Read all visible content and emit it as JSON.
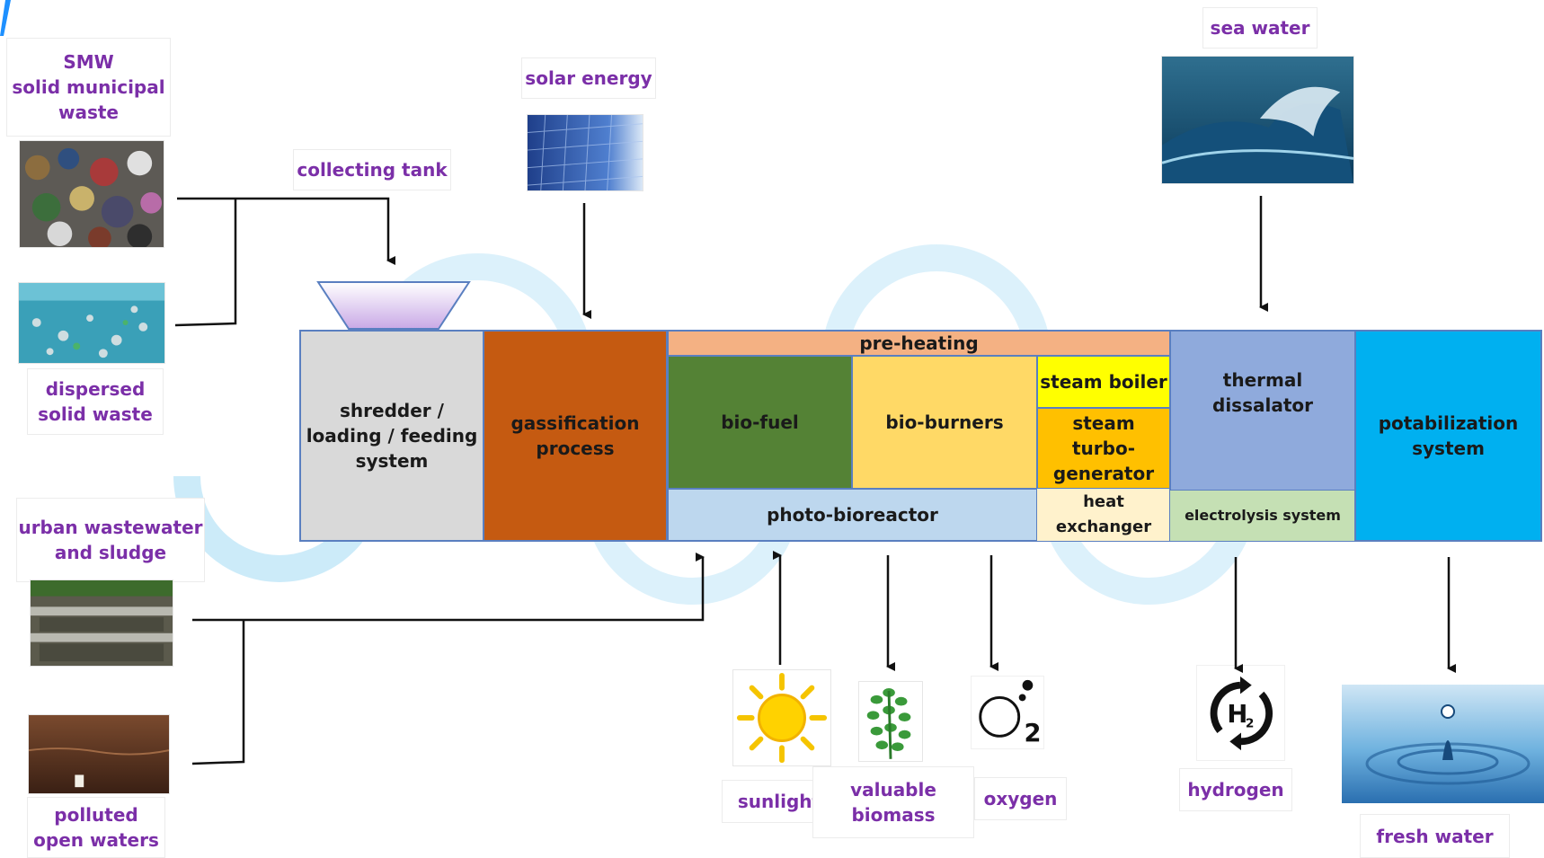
{
  "labels": {
    "smw": [
      "SMW",
      "solid municipal",
      "waste"
    ],
    "dispersed": [
      "dispersed",
      "solid waste"
    ],
    "urban": [
      "urban wastewater",
      "and sludge"
    ],
    "polluted": [
      "polluted",
      "open waters"
    ],
    "collecting_tank": "collecting tank",
    "solar_energy": "solar energy",
    "sea_water": "sea water",
    "sunlight": "sunlight",
    "biomass": [
      "valuable",
      "biomass"
    ],
    "oxygen": "oxygen",
    "hydrogen": "hydrogen",
    "fresh_water": "fresh water"
  },
  "blocks": {
    "shredder": [
      "shredder /",
      "loading / feeding",
      "system"
    ],
    "gassification": [
      "gassification",
      "process"
    ],
    "pre_heating": "pre-heating",
    "bio_fuel": "bio-fuel",
    "bio_burners": "bio-burners",
    "photo_bioreactor": "photo-bioreactor",
    "steam_boiler": "steam boiler",
    "steam_turbo": [
      "steam turbo-",
      "generator"
    ],
    "heat_exchanger": "heat exchanger",
    "thermal": [
      "thermal",
      "dissalator"
    ],
    "electrolysis": "electrolysis system",
    "potabilization": [
      "potabilization",
      "system"
    ]
  },
  "icons": {
    "h2_main": "H",
    "h2_sub": "2",
    "o2_sub": "2"
  },
  "colors": {
    "label_text": "#7b2fa8",
    "shredder": "#d9d9d9",
    "gassification": "#c55a11",
    "pre_heating": "#f4b183",
    "bio_fuel": "#548235",
    "bio_burners": "#ffd966",
    "photo_bioreactor": "#bdd7ee",
    "steam_boiler": "#ffff00",
    "steam_turbo": "#ffc000",
    "heat_exchanger": "#fff2cc",
    "thermal": "#8faadc",
    "electrolysis": "#c5e0b4",
    "potabilization": "#00b0f0",
    "watermark": "#bfe6f7"
  }
}
